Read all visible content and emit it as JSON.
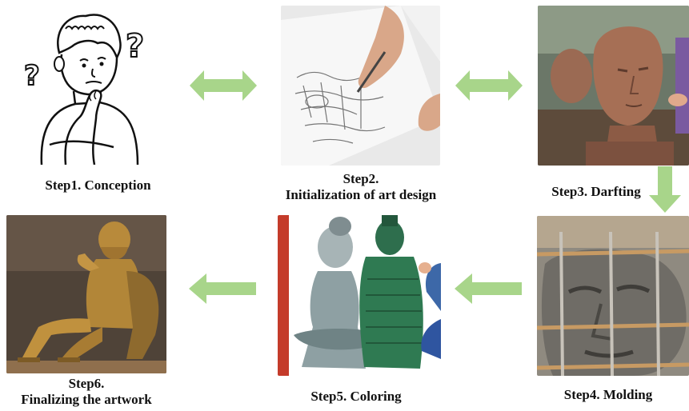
{
  "steps": [
    {
      "id": 1,
      "label": "Step1. Conception",
      "image": "thinking-person-illustration"
    },
    {
      "id": 2,
      "line1": "Step2.",
      "line2": "Initialization of art design",
      "image": "sketching-hand-photo"
    },
    {
      "id": 3,
      "label": "Step3. Darfting",
      "image": "clay-bust-draft-photo"
    },
    {
      "id": 4,
      "label": "Step4. Molding",
      "image": "scaffold-molding-photo"
    },
    {
      "id": 5,
      "label": "Step5. Coloring",
      "image": "painting-statues-photo"
    },
    {
      "id": 6,
      "line1": "Step6.",
      "line2": "Finalizing the artwork",
      "image": "bronze-seated-statue-photo"
    }
  ],
  "arrows": [
    {
      "from": 1,
      "to": 2,
      "kind": "double-horizontal"
    },
    {
      "from": 2,
      "to": 3,
      "kind": "double-horizontal"
    },
    {
      "from": 3,
      "to": 4,
      "kind": "down"
    },
    {
      "from": 4,
      "to": 5,
      "kind": "left"
    },
    {
      "from": 5,
      "to": 6,
      "kind": "left"
    }
  ],
  "colors": {
    "arrow": "#a8d58a",
    "text": "#111111"
  }
}
